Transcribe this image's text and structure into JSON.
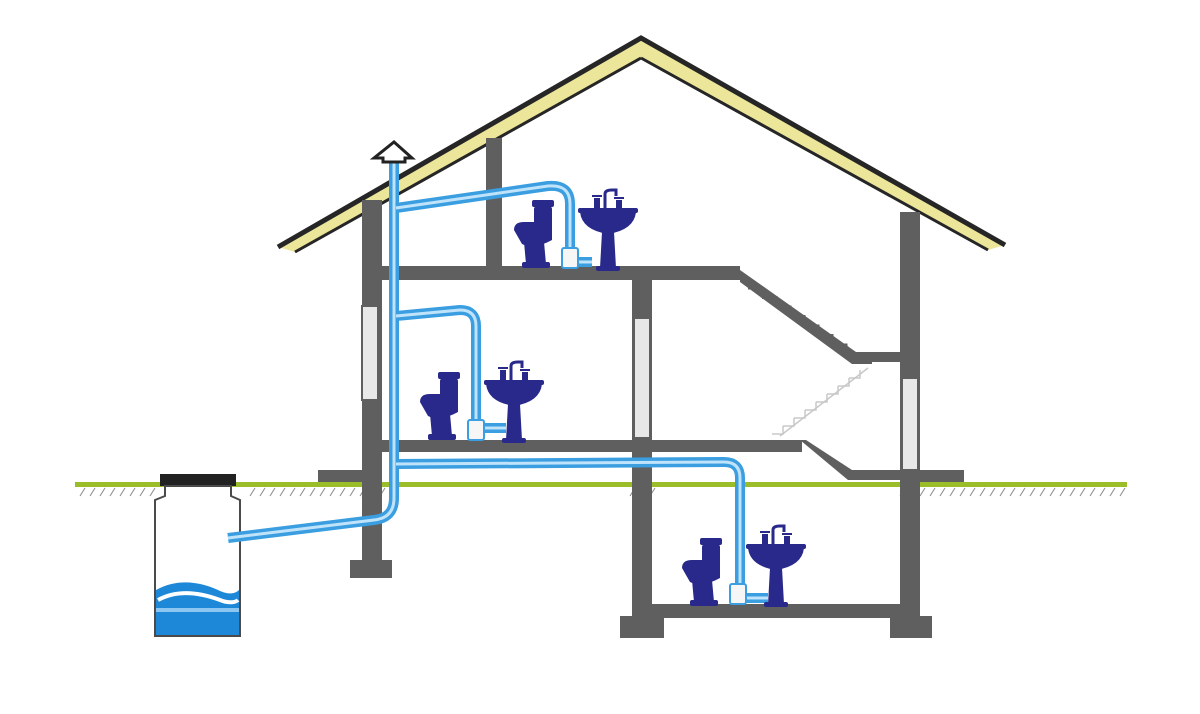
{
  "colors": {
    "background": "#ffffff",
    "wall": "#5f5f5f",
    "roof_fill": "#ece69a",
    "roof_edge": "#262626",
    "pipe": "#3a9ee0",
    "pipe_highlight": "#bfe3fa",
    "fixture": "#28298a",
    "ground": "#9bbd2a",
    "ground_hatch": "#8a8a8a",
    "water": "#1e88d8",
    "tank_outline": "#4a4a4a",
    "window": "#e8e8e8"
  },
  "floors": [
    {
      "level": "attic",
      "fixtures": [
        "toilet-icon",
        "sink-icon",
        "pump-unit-icon"
      ]
    },
    {
      "level": "first-floor",
      "fixtures": [
        "toilet-icon",
        "sink-icon",
        "pump-unit-icon"
      ]
    },
    {
      "level": "basement",
      "fixtures": [
        "toilet-icon",
        "sink-icon",
        "pump-unit-icon"
      ]
    }
  ],
  "components": [
    "roof",
    "vent-stack",
    "drain-pipes",
    "staircase",
    "septic-tank",
    "ground-line"
  ]
}
